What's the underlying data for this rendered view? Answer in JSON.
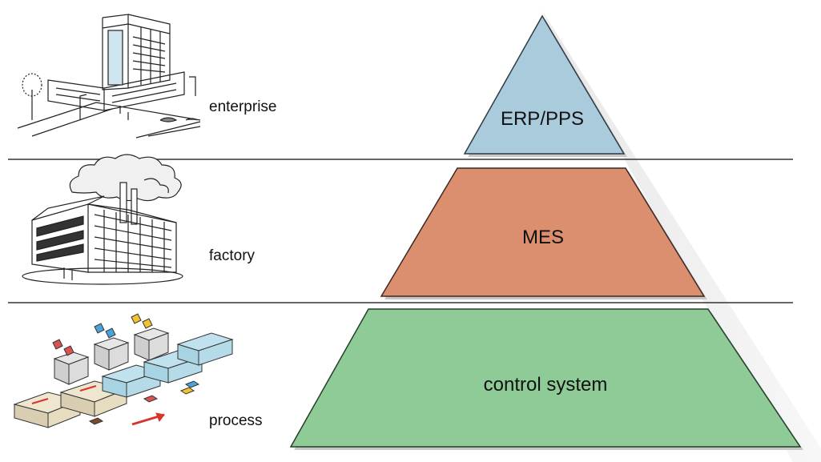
{
  "levels": [
    {
      "label": "enterprise",
      "icon": "office-building-icon"
    },
    {
      "label": "factory",
      "icon": "factory-icon"
    },
    {
      "label": "process",
      "icon": "production-line-icon"
    }
  ],
  "pyramid": {
    "tiers": [
      {
        "label": "ERP/PPS",
        "color": "#a9cbdc"
      },
      {
        "label": "MES",
        "color": "#dc8f6f"
      },
      {
        "label": "control system",
        "color": "#8ecb97"
      }
    ]
  }
}
